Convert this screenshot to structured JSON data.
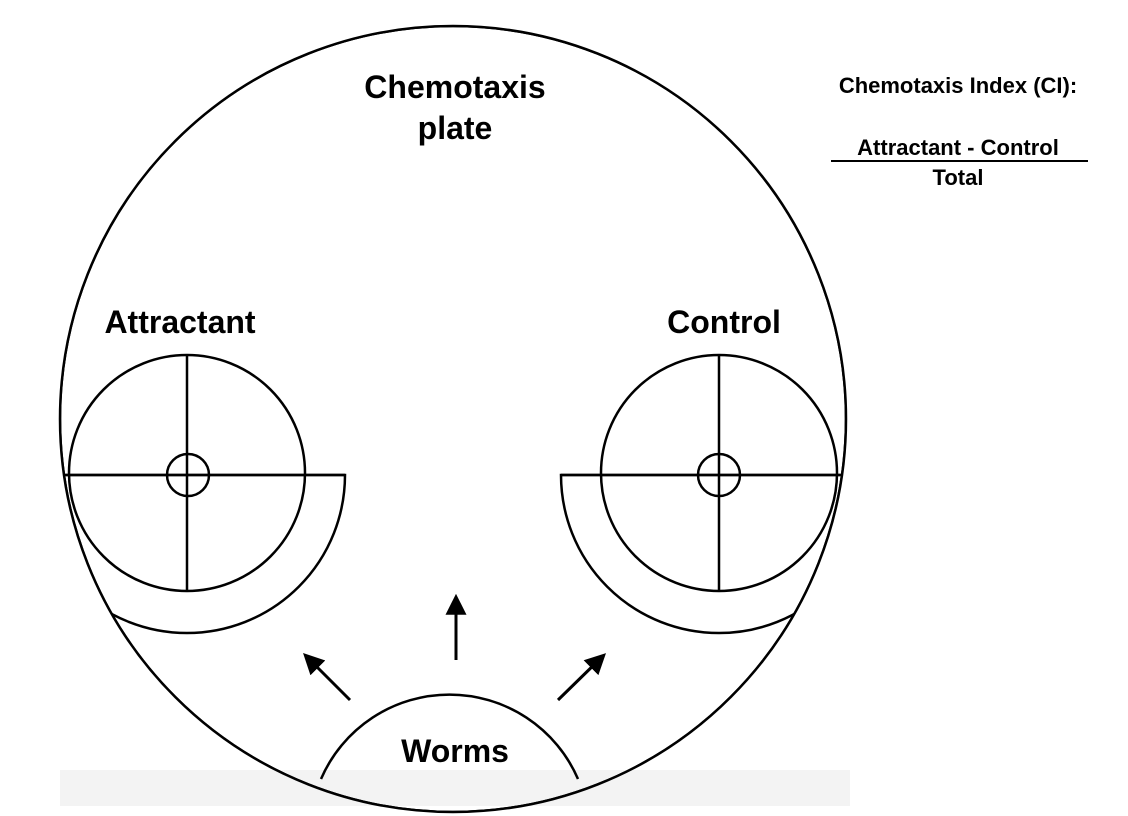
{
  "plate": {
    "title_line1": "Chemotaxis",
    "title_line2": "plate"
  },
  "zones": {
    "attractant_label": "Attractant",
    "control_label": "Control",
    "worms_label": "Worms"
  },
  "formula": {
    "heading": "Chemotaxis Index (CI):",
    "numerator": "Attractant - Control",
    "denominator": "Total"
  },
  "colors": {
    "line": "#000000",
    "background": "#ffffff",
    "bottom_band": "#f3f3f3"
  }
}
